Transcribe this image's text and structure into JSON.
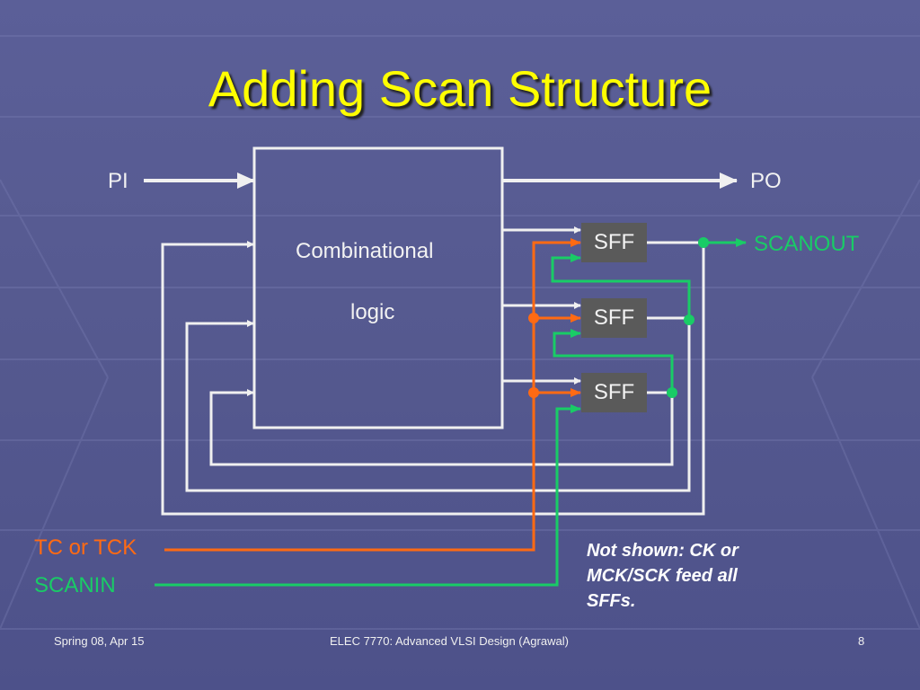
{
  "title": "Adding Scan Structure",
  "diagram": {
    "pi": "PI",
    "po": "PO",
    "comb_line1": "Combinational",
    "comb_line2": "logic",
    "sff": [
      "SFF",
      "SFF",
      "SFF"
    ],
    "scanout": "SCANOUT",
    "tc": "TC or TCK",
    "scanin": "SCANIN",
    "note": [
      "Not shown: CK or",
      "MCK/SCK feed all",
      "SFFs."
    ],
    "colors": {
      "wire": "#f0f0f0",
      "control": "#ff6a13",
      "scan": "#19cc66",
      "title": "#ffff00"
    }
  },
  "footer": {
    "left": "Spring 08, Apr 15",
    "center": "ELEC 7770: Advanced VLSI Design (Agrawal)",
    "page": "8"
  }
}
